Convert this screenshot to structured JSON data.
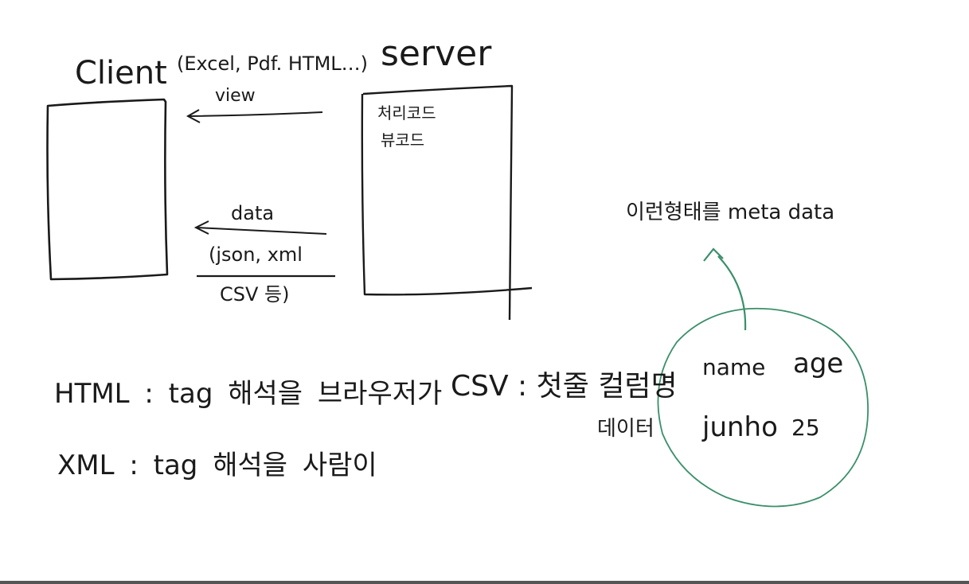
{
  "labels": {
    "client": "Client",
    "formats": "(Excel, Pdf. HTML…)",
    "server": "server",
    "view": "view",
    "server_line1": "처리코드",
    "server_line2": "뷰코드",
    "data": "data",
    "data_formats_1": "(json, xml",
    "data_formats_2": "CSV 등)",
    "html_note": "HTML : tag 해석을 브라우저가",
    "xml_note": "XML : tag 해석을 사람이",
    "csv_note": "CSV : 첫줄 컬럼명",
    "data_row_label": "데이터",
    "meta_note": "이런형태를 meta data",
    "cell_name": "name",
    "cell_age": "age",
    "cell_junho": "junho",
    "cell_25": "25"
  },
  "colors": {
    "ink": "#1a1a1a",
    "highlight": "#3a8f6a",
    "bottom_bar": "#555555"
  }
}
